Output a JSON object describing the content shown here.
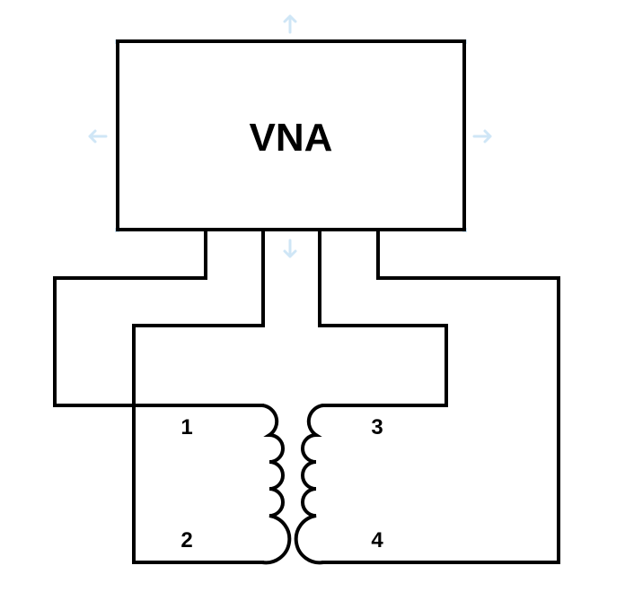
{
  "diagram": {
    "box_label": "VNA",
    "ports": [
      "1",
      "2",
      "3",
      "4"
    ]
  },
  "colors": {
    "stroke": "#000000",
    "background": "#ffffff",
    "selection_handle": "#cfe6f6"
  },
  "icons": {
    "resize_handles": "arrow-icon"
  }
}
